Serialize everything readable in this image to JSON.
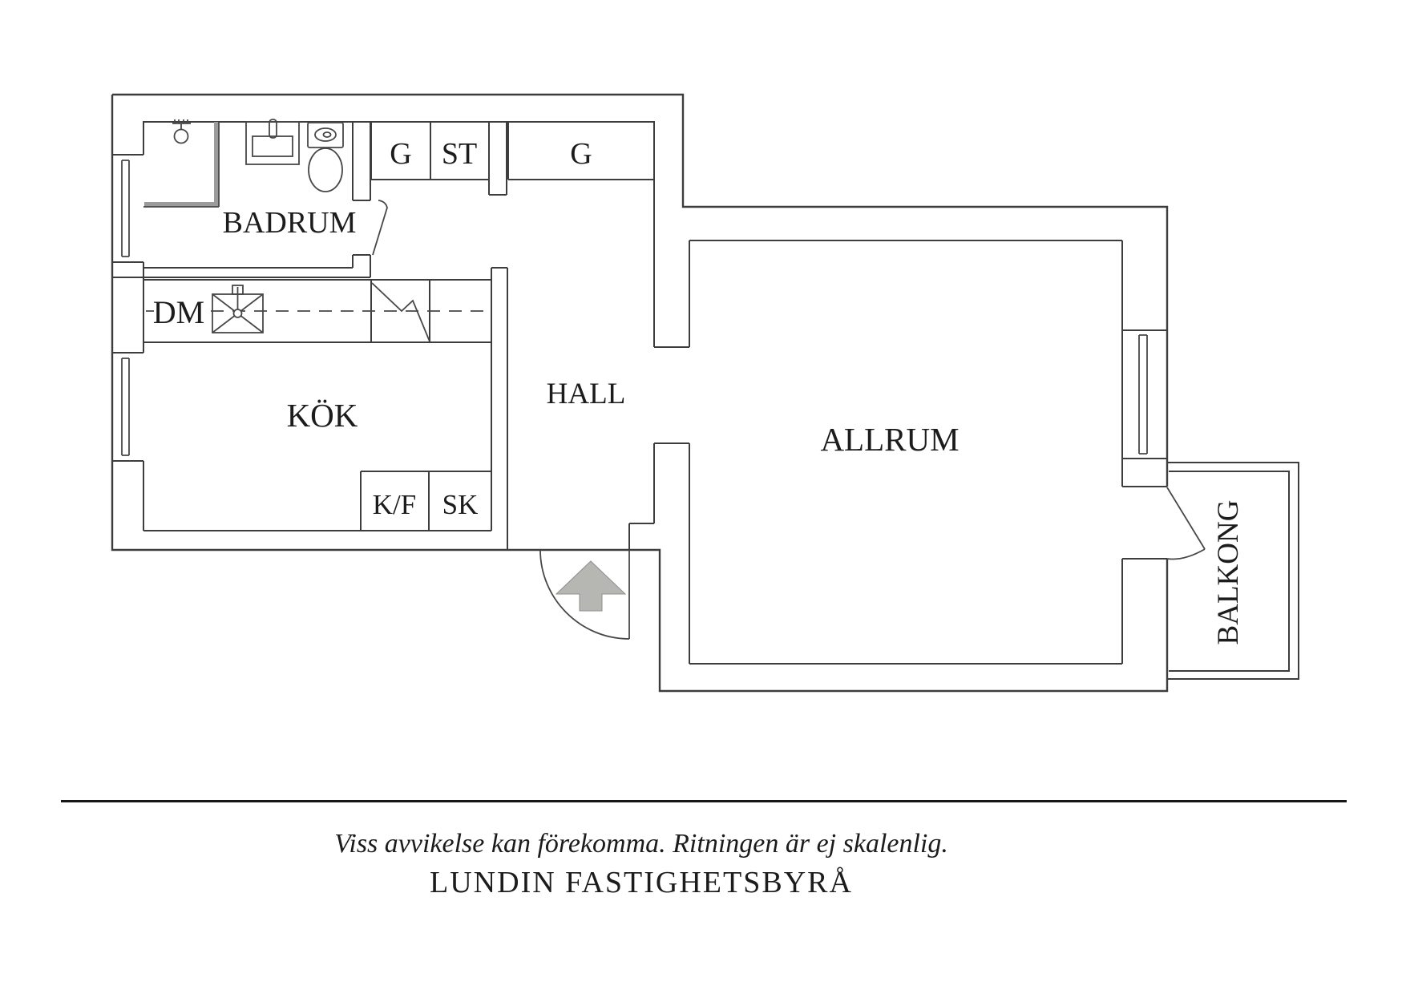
{
  "plan": {
    "rooms": {
      "badrum": "BADRUM",
      "kok": "KÖK",
      "hall": "HALL",
      "allrum": "ALLRUM",
      "balkong": "BALKONG"
    },
    "storage": {
      "g1": "G",
      "st": "ST",
      "g2": "G",
      "kf": "K/F",
      "sk": "SK"
    },
    "appliances": {
      "dm": "DM"
    },
    "icons": [
      "shower-icon",
      "shower-head-icon",
      "bathroom-sink-icon",
      "toilet-icon",
      "kitchen-sink-icon",
      "stove-icon",
      "window-icon",
      "door-swing-icon",
      "entrance-arrow-icon"
    ],
    "colors": {
      "wall": "#3d3d3d",
      "shower_wall": "#9b9b9b",
      "arrow_fill": "#b6b6b3",
      "text": "#1c1c1c",
      "background": "#ffffff"
    }
  },
  "footer": {
    "disclaimer": "Viss avvikelse kan förekomma. Ritningen är ej skalenlig.",
    "brand": "LUNDIN FASTIGHETSBYRÅ"
  }
}
